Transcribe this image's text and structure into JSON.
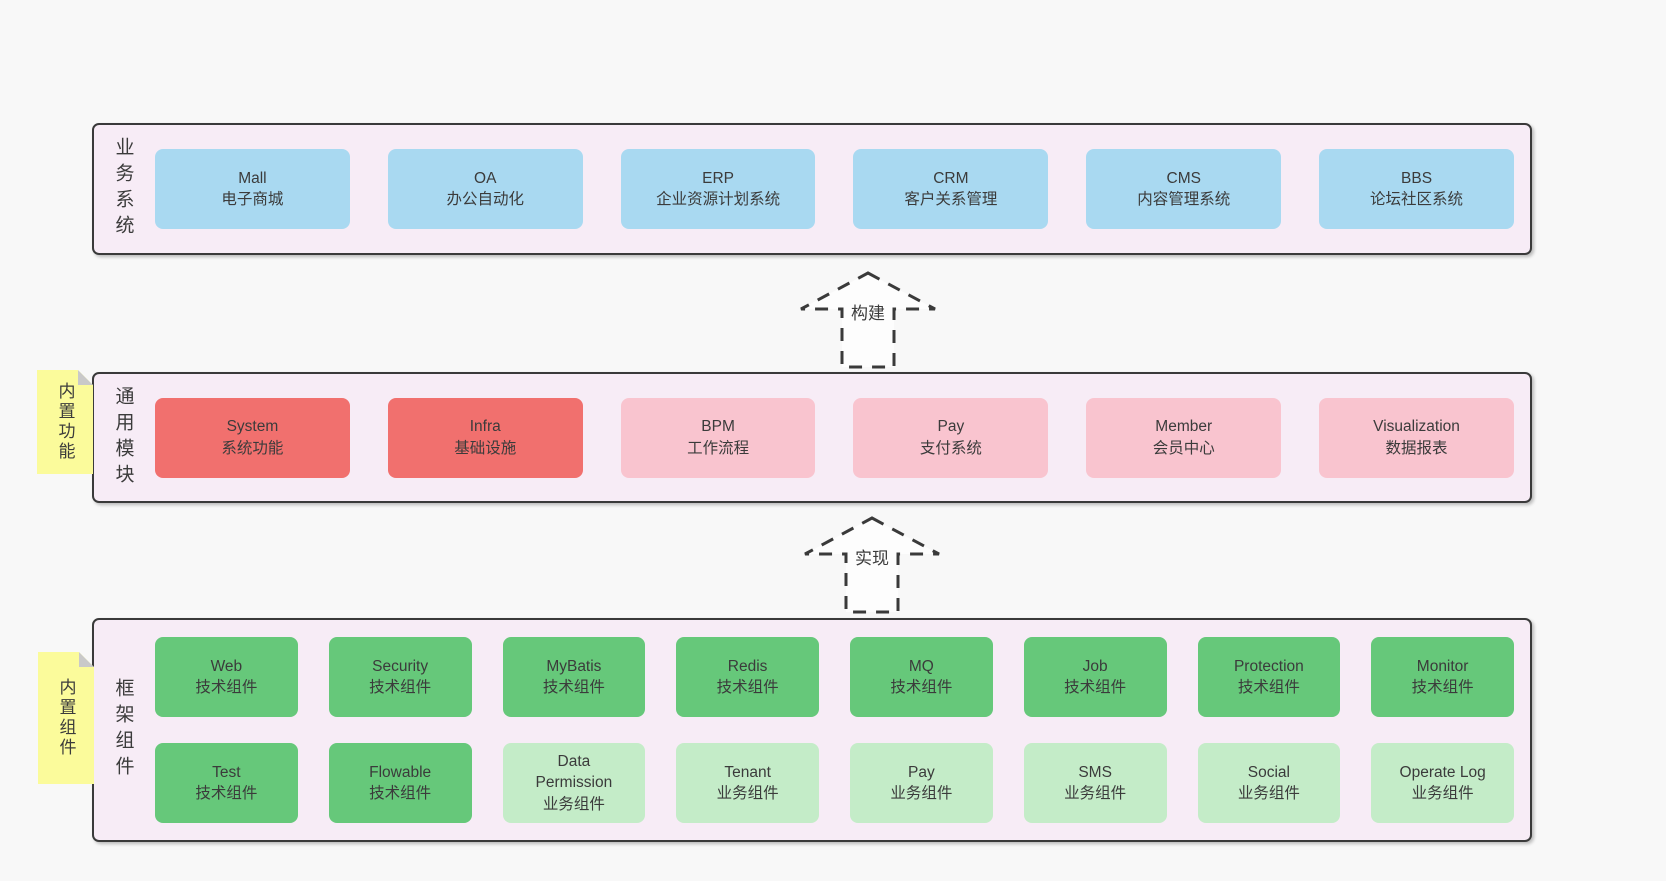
{
  "colors": {
    "page_bg": "#f8f8f8",
    "panel_fill": "#f7ecf6",
    "panel_border": "#3a3a3a",
    "system_blue": "#a9d9f1",
    "module_red": "#f1706e",
    "module_pink": "#f9c4cf",
    "component_green": "#66c87a",
    "component_light_green": "#c4ecc8",
    "note_yellow": "#fbfb9b",
    "note_fold_gray": "#c9c9c9",
    "text": "#3b3b3b"
  },
  "sections": [
    {
      "id": "business-systems",
      "label": "业务系统",
      "boxes": [
        {
          "title": "Mall",
          "subtitle": "电子商城"
        },
        {
          "title": "OA",
          "subtitle": "办公自动化"
        },
        {
          "title": "ERP",
          "subtitle": "企业资源计划系统"
        },
        {
          "title": "CRM",
          "subtitle": "客户关系管理"
        },
        {
          "title": "CMS",
          "subtitle": "内容管理系统"
        },
        {
          "title": "BBS",
          "subtitle": "论坛社区系统"
        }
      ]
    },
    {
      "id": "common-modules",
      "note": "内置功能",
      "label": "通用模块",
      "boxes": [
        {
          "title": "System",
          "subtitle": "系统功能"
        },
        {
          "title": "Infra",
          "subtitle": "基础设施"
        },
        {
          "title": "BPM",
          "subtitle": "工作流程"
        },
        {
          "title": "Pay",
          "subtitle": "支付系统"
        },
        {
          "title": "Member",
          "subtitle": "会员中心"
        },
        {
          "title": "Visualization",
          "subtitle": "数据报表"
        }
      ]
    },
    {
      "id": "framework-components",
      "note": "内置组件",
      "label": "框架组件",
      "rows": [
        [
          {
            "title": "Web",
            "subtitle": "技术组件"
          },
          {
            "title": "Security",
            "subtitle": "技术组件"
          },
          {
            "title": "MyBatis",
            "subtitle": "技术组件"
          },
          {
            "title": "Redis",
            "subtitle": "技术组件"
          },
          {
            "title": "MQ",
            "subtitle": "技术组件"
          },
          {
            "title": "Job",
            "subtitle": "技术组件"
          },
          {
            "title": "Protection",
            "subtitle": "技术组件"
          },
          {
            "title": "Monitor",
            "subtitle": "技术组件"
          }
        ],
        [
          {
            "title": "Test",
            "subtitle": "技术组件"
          },
          {
            "title": "Flowable",
            "subtitle": "技术组件"
          },
          {
            "title": "Data Permission",
            "subtitle": "业务组件"
          },
          {
            "title": "Tenant",
            "subtitle": "业务组件"
          },
          {
            "title": "Pay",
            "subtitle": "业务组件"
          },
          {
            "title": "SMS",
            "subtitle": "业务组件"
          },
          {
            "title": "Social",
            "subtitle": "业务组件"
          },
          {
            "title": "Operate Log",
            "subtitle": "业务组件"
          }
        ]
      ]
    }
  ],
  "arrows": [
    {
      "label": "构建"
    },
    {
      "label": "实现"
    }
  ]
}
